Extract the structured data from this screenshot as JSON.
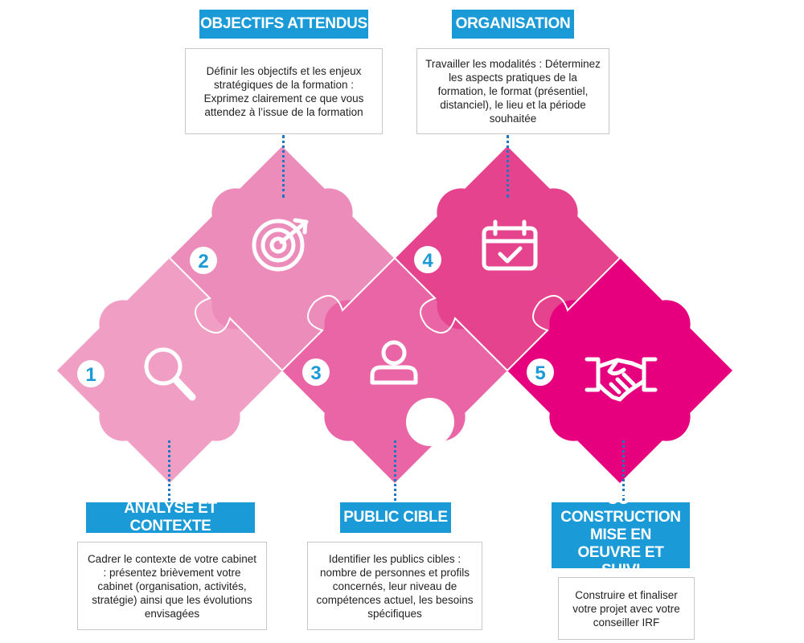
{
  "colors": {
    "accent_blue": "#1a9ad6",
    "dots_blue": "#1a78c2",
    "piece_pinks": [
      "#f19ec5",
      "#ec8cbb",
      "#e965a6",
      "#e6438f",
      "#e6007e"
    ]
  },
  "steps": [
    {
      "number": "1",
      "title": "ANALYSE ET CONTEXTE",
      "description": "Cadrer le contexte de votre cabinet : présentez brièvement votre cabinet (organisation, activités, stratégie) ainsi que les évolutions envisagées",
      "icon": "magnifier-icon"
    },
    {
      "number": "2",
      "title": "OBJECTIFS ATTENDUS",
      "description": "Définir les objectifs et les enjeux stratégiques de la formation : Exprimez clairement ce que vous attendez à l’issue de la formation",
      "icon": "target-icon"
    },
    {
      "number": "3",
      "title": "PUBLIC CIBLE",
      "description": "Identifier les publics cibles : nombre de personnes et profils concernés, leur niveau de compétences actuel, les besoins spécifiques",
      "icon": "person-icon"
    },
    {
      "number": "4",
      "title": "ORGANISATION",
      "description": "Travailler les modalités : Déterminez les aspects pratiques de la formation, le format (présentiel, distanciel), le lieu et la période souhaitée",
      "icon": "calendar-icon"
    },
    {
      "number": "5",
      "title": "CO-CONSTRUCTION MISE EN OEUVRE ET SUIVI",
      "description": "Construire et finaliser votre projet avec votre conseiller IRF",
      "icon": "handshake-icon"
    }
  ]
}
